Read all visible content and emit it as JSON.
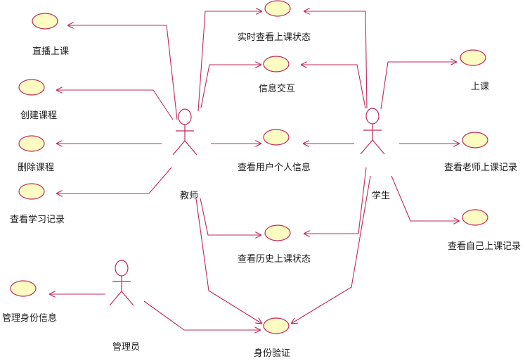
{
  "actors": {
    "teacher": "教师",
    "student": "学生",
    "admin": "管理员"
  },
  "use_cases": {
    "live": "直播上课",
    "create_course": "创建课程",
    "delete_course": "删除课程",
    "view_study": "查看学习记录",
    "realtime_status": "实时查看上课状态",
    "info_exchange": "信息交互",
    "view_personal": "查看用户个人信息",
    "history_status": "查看历史上课状态",
    "identity_verify": "身份验证",
    "manage_identity": "管理身份信息",
    "attend_class": "上课",
    "view_teacher_records": "查看老师上课记录",
    "view_own_records": "查看自己上课记录"
  },
  "colors": {
    "line": "#c0285a",
    "usecase_fill": "#fbfbc2",
    "text": "#1a1a1a"
  }
}
